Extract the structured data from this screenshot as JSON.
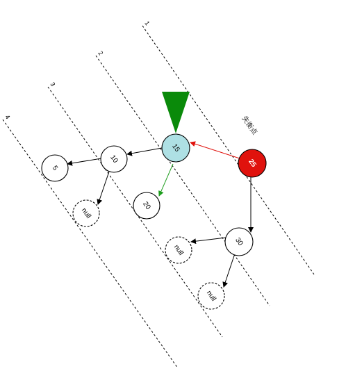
{
  "level_labels": [
    "1",
    "2",
    "3",
    "4"
  ],
  "nodes": {
    "n15": {
      "label": "15",
      "fill": "#aee0e4"
    },
    "n25": {
      "label": "25",
      "fill": "#e0120d"
    },
    "n10": {
      "label": "10",
      "fill": "#ffffff"
    },
    "n5": {
      "label": "5",
      "fill": "#ffffff"
    },
    "n20": {
      "label": "20",
      "fill": "#ffffff"
    },
    "n30": {
      "label": "30",
      "fill": "#ffffff"
    },
    "null_a": {
      "label": "null"
    },
    "null_b": {
      "label": "null"
    },
    "null_c": {
      "label": "null"
    }
  },
  "annotation": "失衡点",
  "colors": {
    "marker": "#0a8a0a",
    "red_edge": "#e0120d",
    "green_edge": "#1e9e1e",
    "black": "#000000"
  }
}
